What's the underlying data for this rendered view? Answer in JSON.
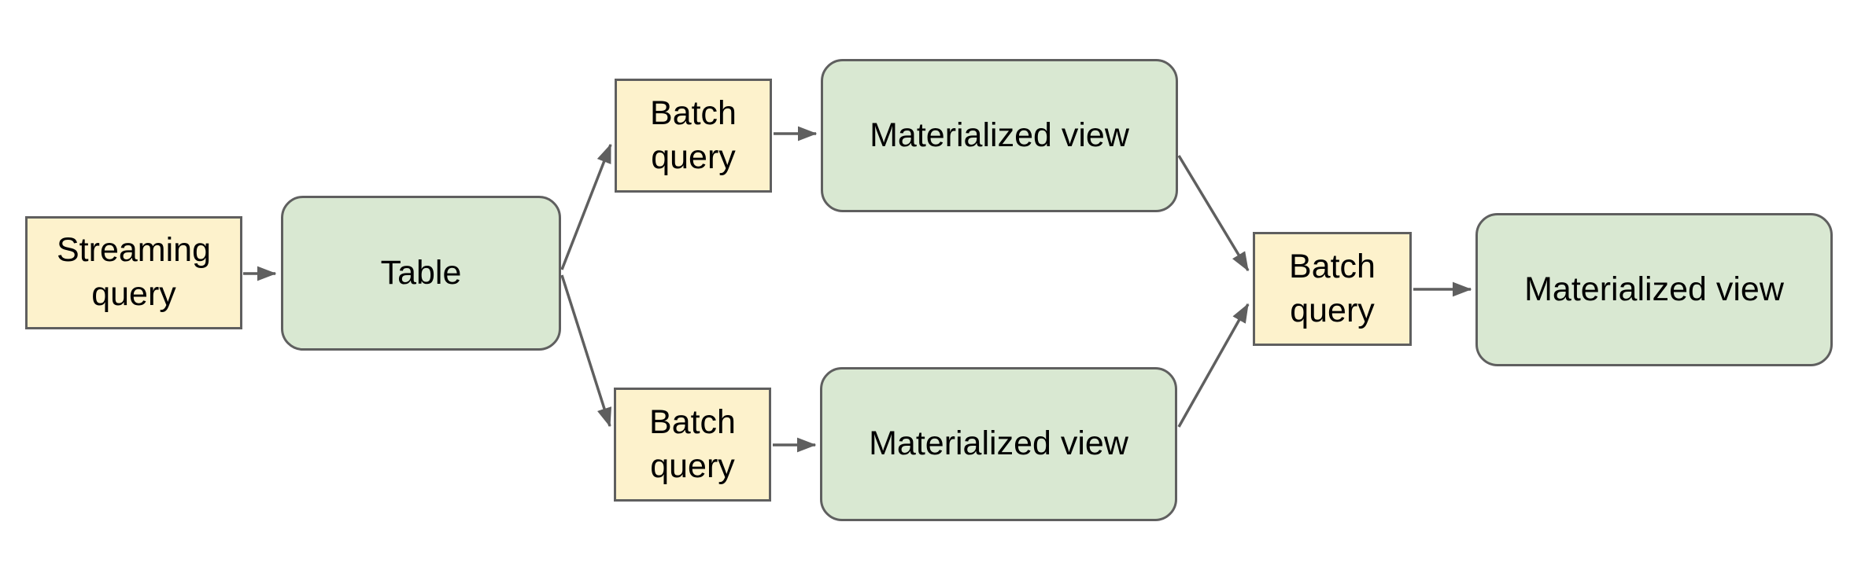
{
  "diagram": {
    "nodes": {
      "streaming_query": {
        "label": "Streaming query",
        "kind": "query"
      },
      "table": {
        "label": "Table",
        "kind": "table"
      },
      "batch_query_top": {
        "label": "Batch query",
        "kind": "query"
      },
      "materialized_view_top": {
        "label": "Materialized view",
        "kind": "view"
      },
      "batch_query_bottom": {
        "label": "Batch query",
        "kind": "query"
      },
      "materialized_view_bottom": {
        "label": "Materialized view",
        "kind": "view"
      },
      "batch_query_right": {
        "label": "Batch query",
        "kind": "query"
      },
      "materialized_view_right": {
        "label": "Materialized view",
        "kind": "view"
      }
    },
    "edges": [
      {
        "from": "streaming_query",
        "to": "table"
      },
      {
        "from": "table",
        "to": "batch_query_top"
      },
      {
        "from": "table",
        "to": "batch_query_bottom"
      },
      {
        "from": "batch_query_top",
        "to": "materialized_view_top"
      },
      {
        "from": "batch_query_bottom",
        "to": "materialized_view_bottom"
      },
      {
        "from": "materialized_view_top",
        "to": "batch_query_right"
      },
      {
        "from": "materialized_view_bottom",
        "to": "batch_query_right"
      },
      {
        "from": "batch_query_right",
        "to": "materialized_view_right"
      }
    ],
    "colors": {
      "query_fill": "#fdf2cc",
      "view_fill": "#d9e8d2",
      "shape_border": "#5f5f5f",
      "arrow": "#5f5f5f",
      "text": "#000000",
      "background": "#ffffff"
    }
  }
}
